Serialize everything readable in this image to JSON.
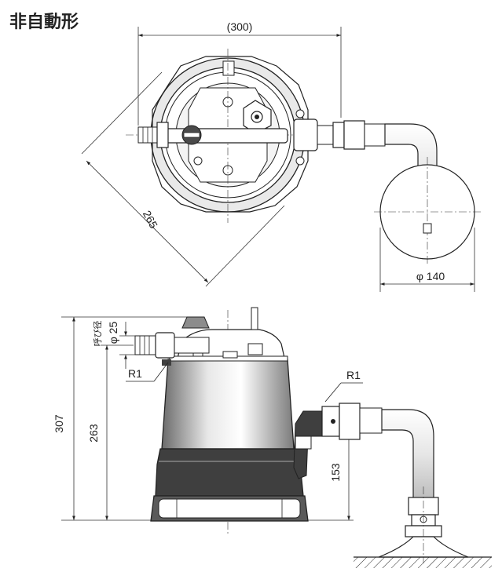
{
  "title": "非自動形",
  "top_view": {
    "width_label": "(300)",
    "diagonal_label": "265",
    "base_diameter_label": "φ 140"
  },
  "side_view": {
    "nominal_size_label": "呼び径",
    "outlet_size_label": "φ 25",
    "thread_left_label": "R1",
    "thread_right_label": "R1",
    "height_total_label": "307",
    "height_outlet_label": "263",
    "height_discharge_label": "153"
  },
  "colors": {
    "stroke": "#222222",
    "dim": "#333333",
    "fill_dark": "#4a4a4a",
    "fill_mid": "#8c8c8c",
    "fill_light": "#d8d8d8",
    "background": "#ffffff"
  }
}
